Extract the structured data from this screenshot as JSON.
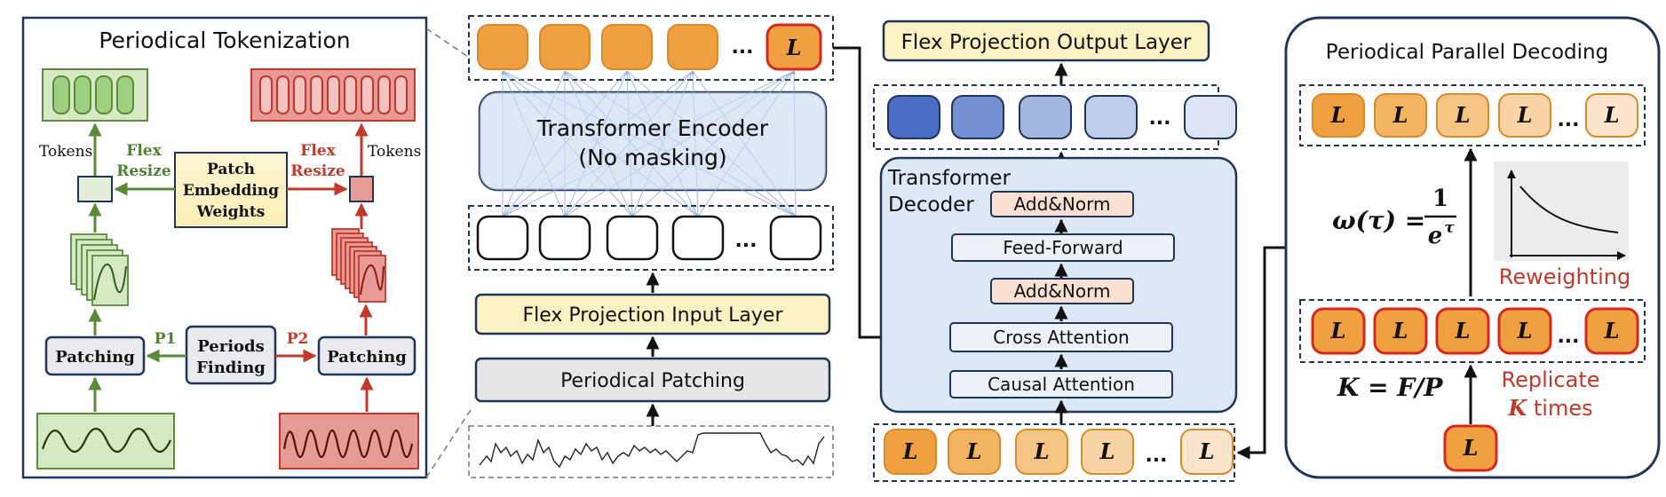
{
  "tokenization": {
    "title": "Periodical Tokenization",
    "tokens_left": "Tokens",
    "tokens_right": "Tokens",
    "flex_left_1": "Flex",
    "flex_left_2": "Resize",
    "flex_right_1": "Flex",
    "flex_right_2": "Resize",
    "embed_1": "Patch",
    "embed_2": "Embedding",
    "embed_3": "Weights",
    "patching_left": "Patching",
    "patching_right": "Patching",
    "periods_1": "Periods",
    "periods_2": "Finding",
    "p1": "P1",
    "p2": "P2"
  },
  "encoder": {
    "title_1": "Transformer Encoder",
    "title_2": "(No masking)",
    "input_layer": "Flex Projection Input Layer",
    "patching": "Periodical Patching",
    "ellipsis": "...",
    "token_letter": "L"
  },
  "decoder": {
    "output_layer": "Flex Projection Output Layer",
    "title_1": "Transformer",
    "title_2": "Decoder",
    "add_norm_top": "Add&Norm",
    "feed_forward": "Feed-Forward",
    "add_norm_bottom": "Add&Norm",
    "cross_attention": "Cross Attention",
    "causal_attention": "Causal Attention",
    "ellipsis": "...",
    "token_letter": "L"
  },
  "parallel": {
    "title": "Periodical Parallel Decoding",
    "omega_lhs": "ω(τ) =",
    "omega_num": "1",
    "omega_den": "e",
    "omega_den_exp": "τ",
    "reweighting": "Reweighting",
    "k_formula": "K = F/P",
    "replicate_1": "Replicate",
    "replicate_2_var": "K",
    "replicate_2_rest": " times",
    "ellipsis": "...",
    "token_letter": "L"
  },
  "colors": {
    "green": "#5a8a3a",
    "green_fill": "#d4e9c4",
    "red": "#c0392b",
    "red_fill": "#e79a96",
    "orange": "#f0a040",
    "navy": "#1f3558",
    "encoder_fill": "#dde8f6",
    "input_layer_fill": "#fdf2c4",
    "embed_fill": "#fdf2c4",
    "grey_fill": "#e6e6e6",
    "add_norm_fill": "#fbe1d4",
    "decoder_fill": "#dce8f6"
  }
}
